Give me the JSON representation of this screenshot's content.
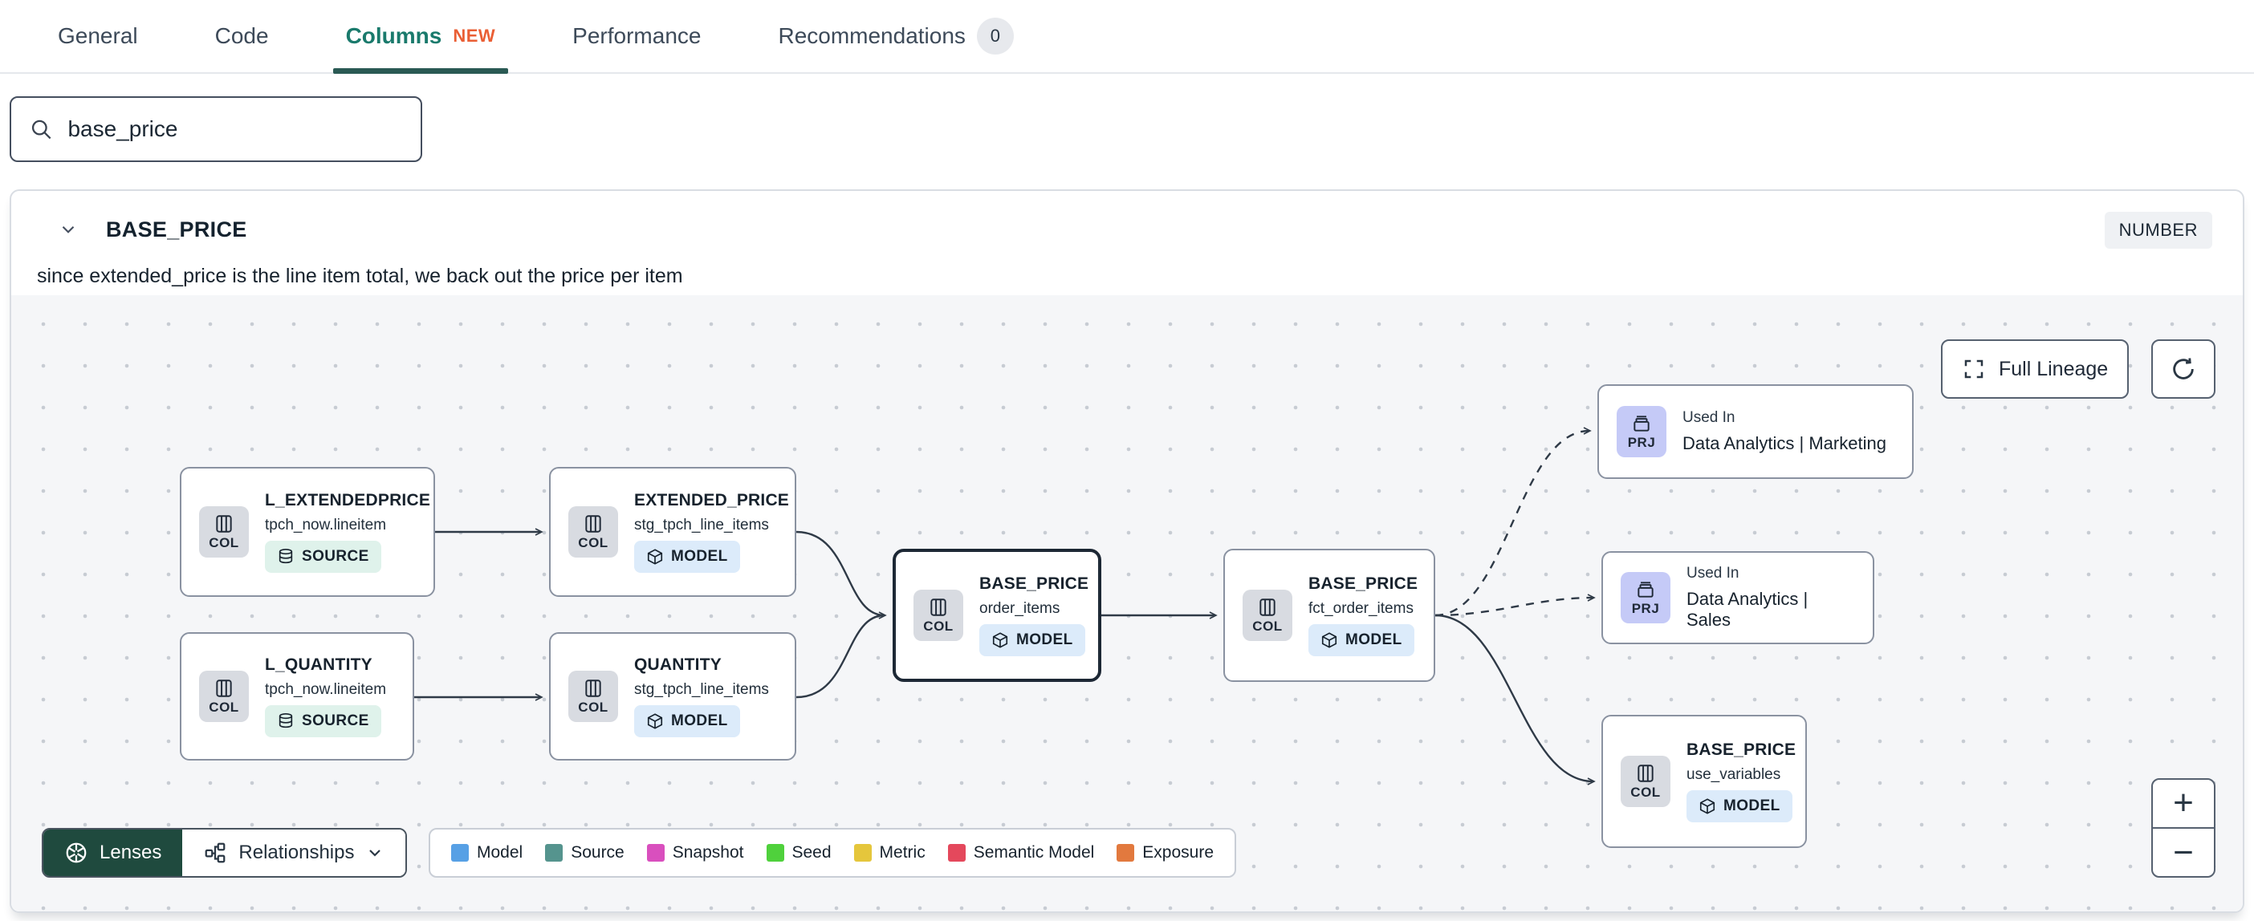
{
  "tabs": {
    "items": [
      {
        "label": "General"
      },
      {
        "label": "Code"
      },
      {
        "label": "Columns",
        "badge": "NEW"
      },
      {
        "label": "Performance"
      },
      {
        "label": "Recommendations",
        "count": "0"
      }
    ]
  },
  "search": {
    "value": "base_price",
    "icon": "search-icon"
  },
  "column_panel": {
    "collapse_icon": "chevron-down-icon",
    "name": "BASE_PRICE",
    "type_badge": "NUMBER",
    "description": "since extended_price is the line item total, we back out the price per item"
  },
  "lineage": {
    "controls": {
      "full_lineage_label": "Full Lineage",
      "full_lineage_icon": "expand-icon",
      "refresh_icon": "refresh-icon",
      "zoom_in": "+",
      "zoom_out": "−",
      "lenses_label": "Lenses",
      "lenses_icon": "aperture-icon",
      "relationships_label": "Relationships",
      "relationships_icon": "hierarchy-icon",
      "relationships_chevron": "chevron-down-icon"
    },
    "badges": {
      "column": "COL",
      "project": "PRJ"
    },
    "nodes": [
      {
        "kind": "COL",
        "title": "L_EXTENDEDPRICE",
        "subtitle": "tpch_now.lineitem",
        "badge": "SOURCE",
        "badge_icon": "database-icon"
      },
      {
        "kind": "COL",
        "title": "L_QUANTITY",
        "subtitle": "tpch_now.lineitem",
        "badge": "SOURCE",
        "badge_icon": "database-icon"
      },
      {
        "kind": "COL",
        "title": "EXTENDED_PRICE",
        "subtitle": "stg_tpch_line_items",
        "badge": "MODEL",
        "badge_icon": "cube-icon"
      },
      {
        "kind": "COL",
        "title": "QUANTITY",
        "subtitle": "stg_tpch_line_items",
        "badge": "MODEL",
        "badge_icon": "cube-icon"
      },
      {
        "kind": "COL",
        "title": "BASE_PRICE",
        "subtitle": "order_items",
        "badge": "MODEL",
        "badge_icon": "cube-icon",
        "selected": true
      },
      {
        "kind": "COL",
        "title": "BASE_PRICE",
        "subtitle": "fct_order_items",
        "badge": "MODEL",
        "badge_icon": "cube-icon"
      },
      {
        "kind": "PRJ",
        "eyebrow": "Used In",
        "title": "Data Analytics | Marketing"
      },
      {
        "kind": "PRJ",
        "eyebrow": "Used In",
        "title": "Data Analytics | Sales"
      },
      {
        "kind": "COL",
        "title": "BASE_PRICE",
        "subtitle": "use_variables",
        "badge": "MODEL",
        "badge_icon": "cube-icon"
      }
    ],
    "legend": [
      {
        "label": "Model",
        "color": "#57a0e5"
      },
      {
        "label": "Source",
        "color": "#55948e"
      },
      {
        "label": "Snapshot",
        "color": "#d94fbe"
      },
      {
        "label": "Seed",
        "color": "#4fd13c"
      },
      {
        "label": "Metric",
        "color": "#e5c63c"
      },
      {
        "label": "Semantic Model",
        "color": "#e4485c"
      },
      {
        "label": "Exposure",
        "color": "#e2793e"
      }
    ]
  }
}
